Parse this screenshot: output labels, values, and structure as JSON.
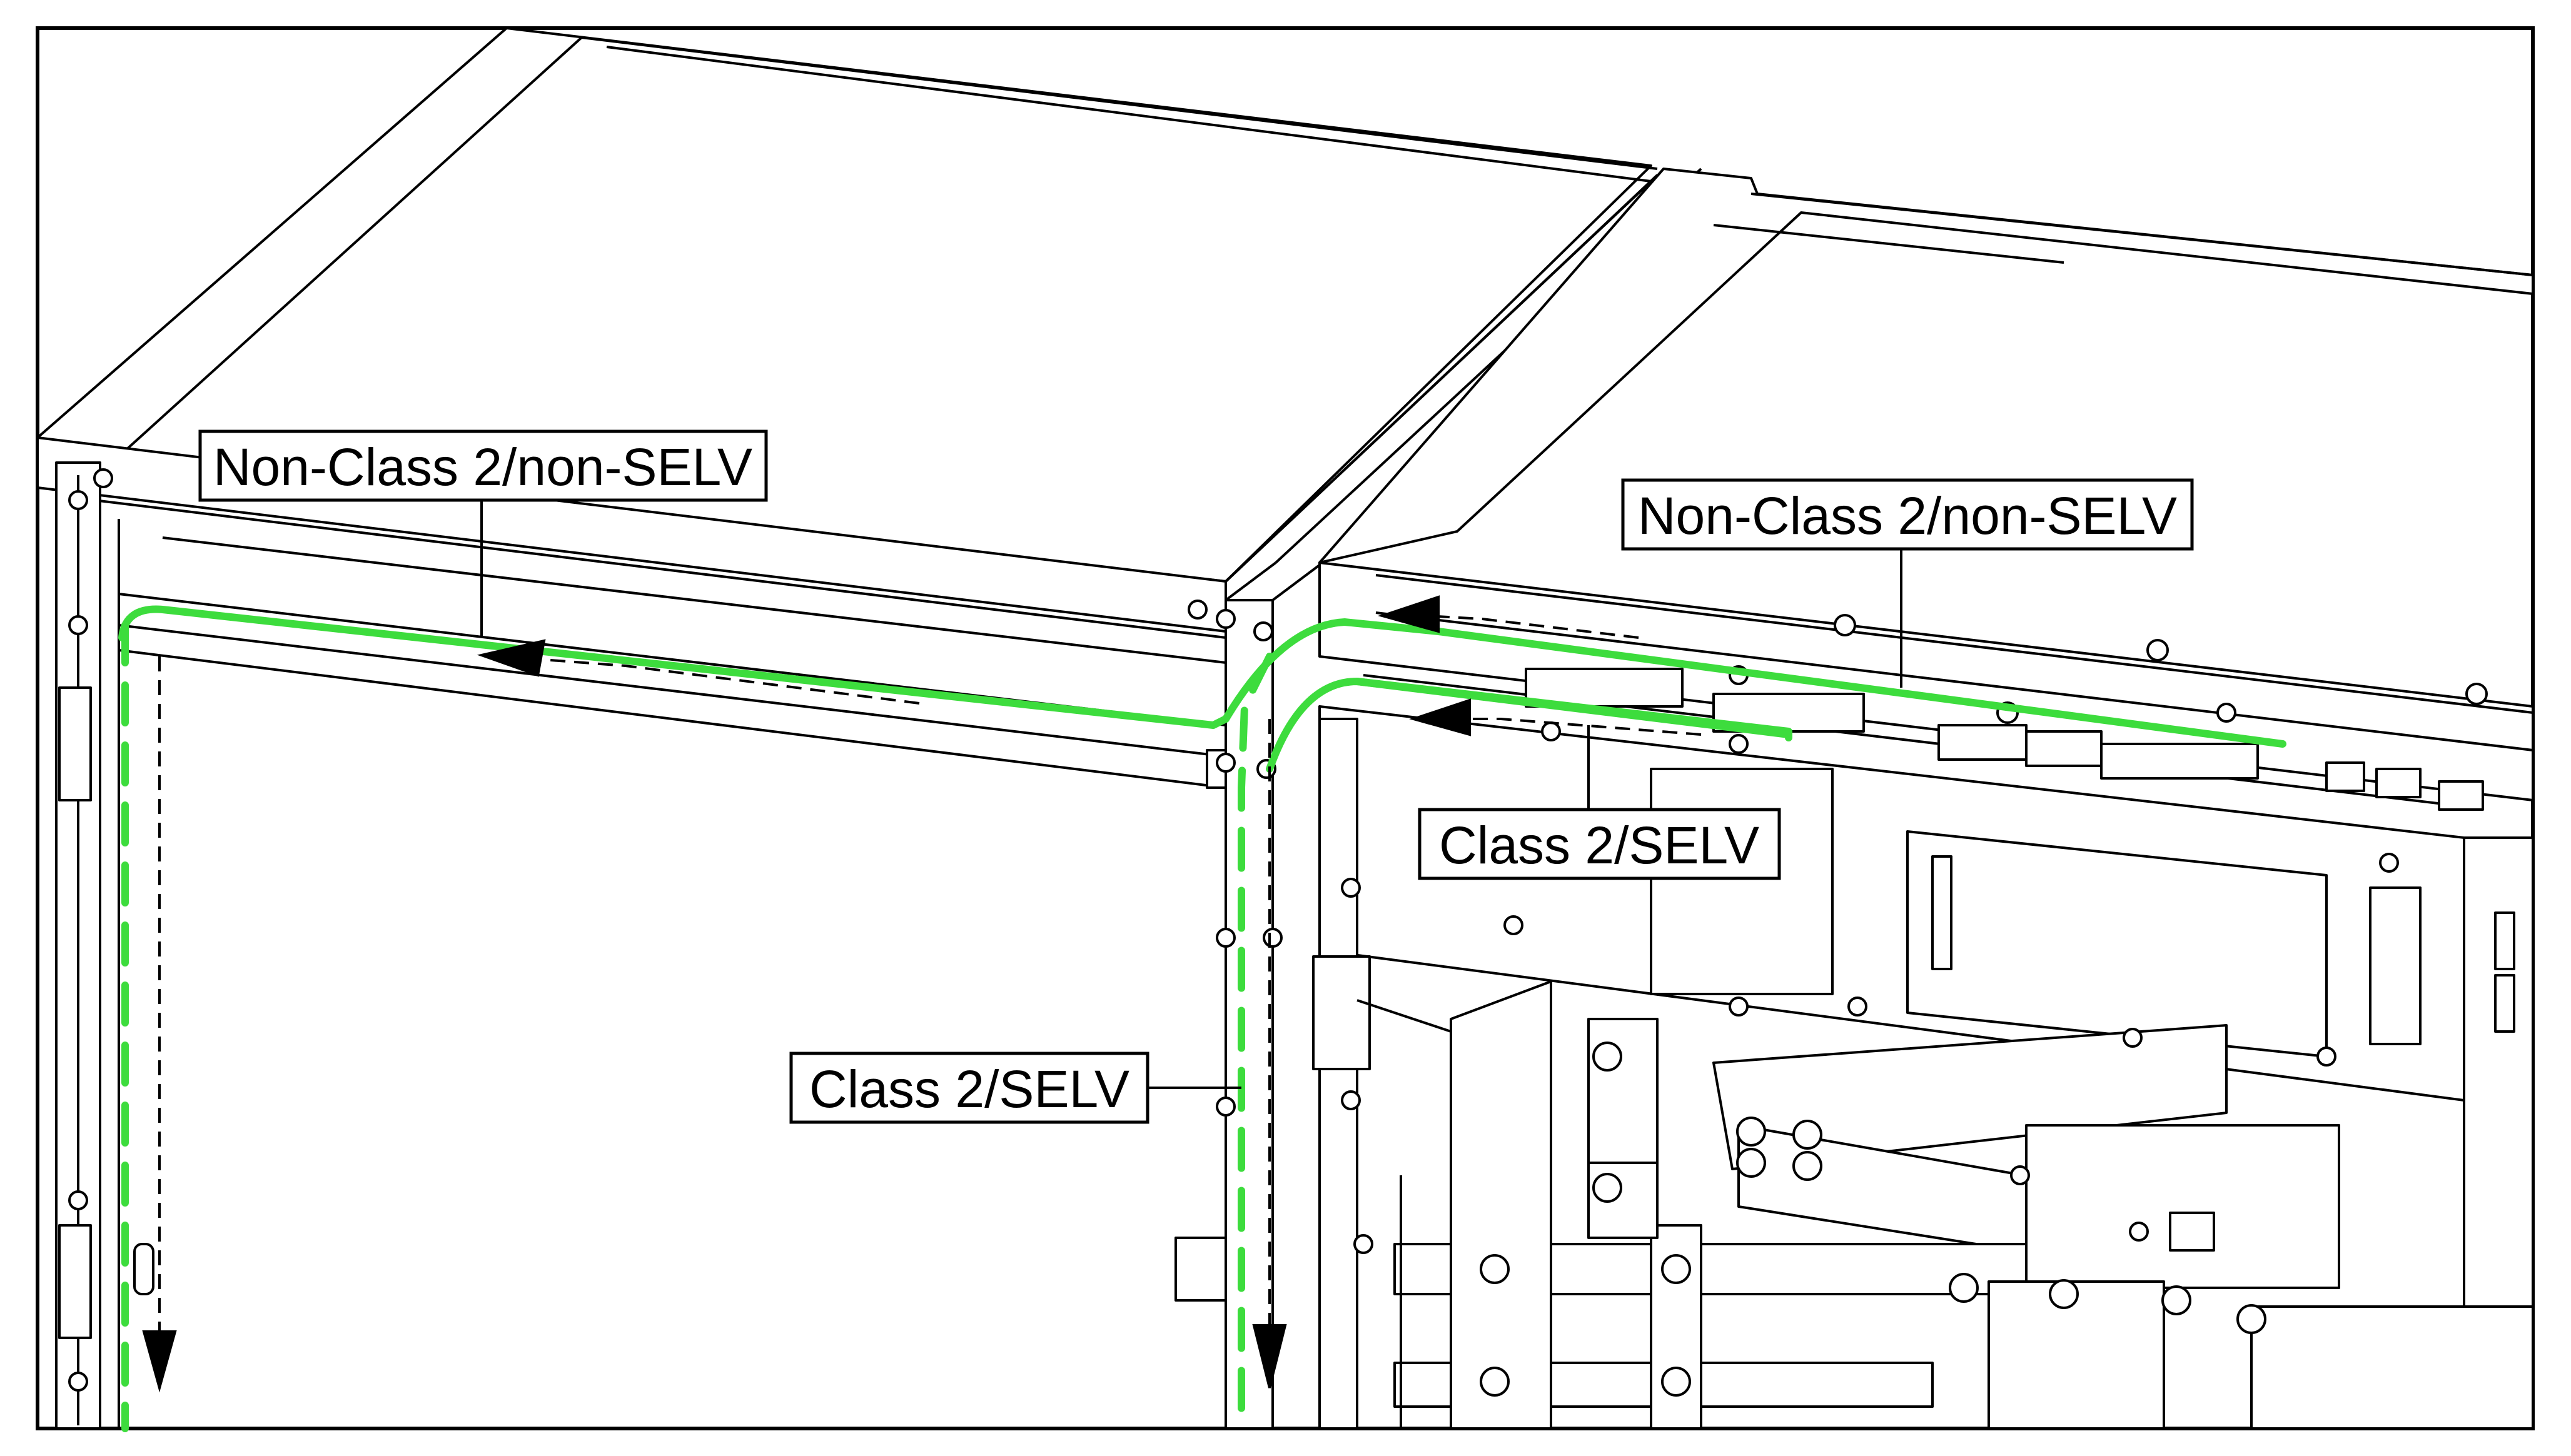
{
  "labels": {
    "top_left_label": "Non-Class 2/non-SELV",
    "top_right_label": "Non-Class 2/non-SELV",
    "middle_right_label": "Class 2/SELV",
    "middle_left_label": "Class 2/SELV"
  },
  "colors": {
    "non_selv_route": "#3ddc3d",
    "selv_route": "#3ddc3d",
    "linework": "#000000",
    "background": "#ffffff"
  }
}
